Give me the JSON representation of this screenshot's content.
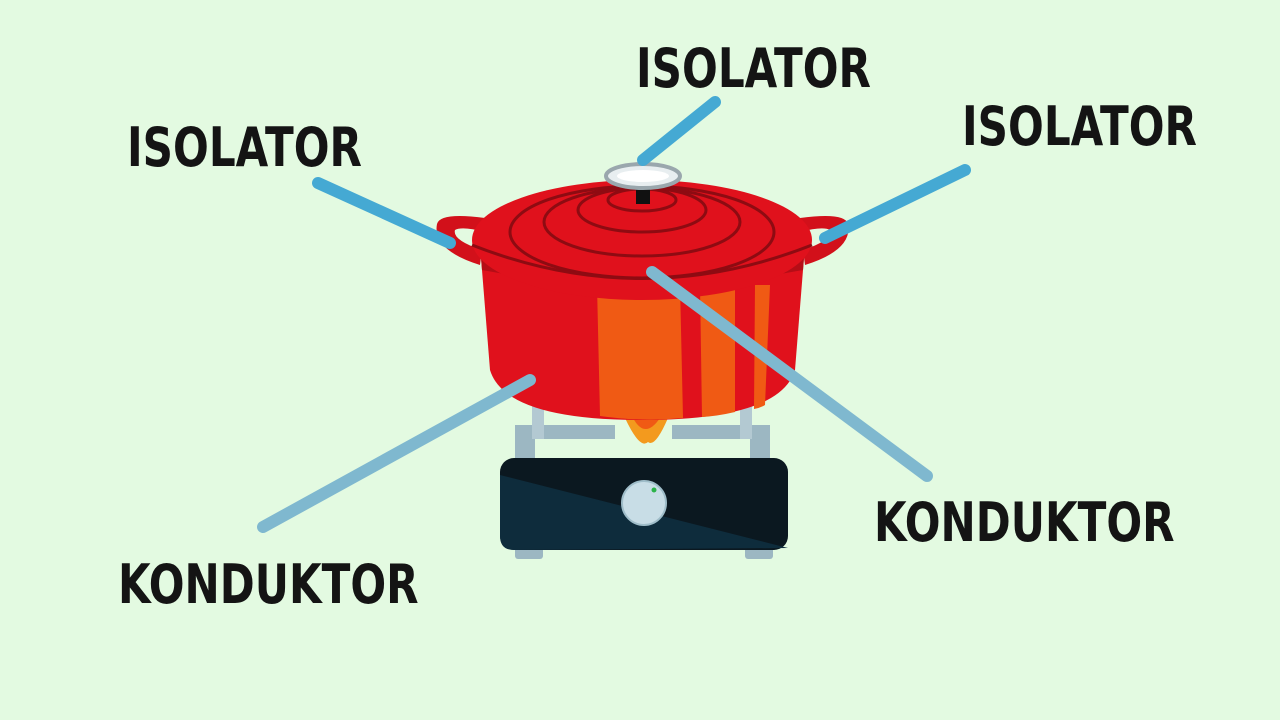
{
  "labels": {
    "isolator_left": "ISOLATOR",
    "isolator_top": "ISOLATOR",
    "isolator_right": "ISOLATOR",
    "konduktor_left": "KONDUKTOR",
    "konduktor_right": "KONDUKTOR"
  },
  "colors": {
    "background": "#e3fae1",
    "pot": "#e0111c",
    "lid_ring": "#a60d14",
    "flame": "#f05a14",
    "stove_body": "#0f1c26",
    "stove_panel": "#0e2c3c",
    "knob": "#c8dde6",
    "leader_isolator": "#45a9d3",
    "leader_konduktor": "#7fb8cf"
  }
}
